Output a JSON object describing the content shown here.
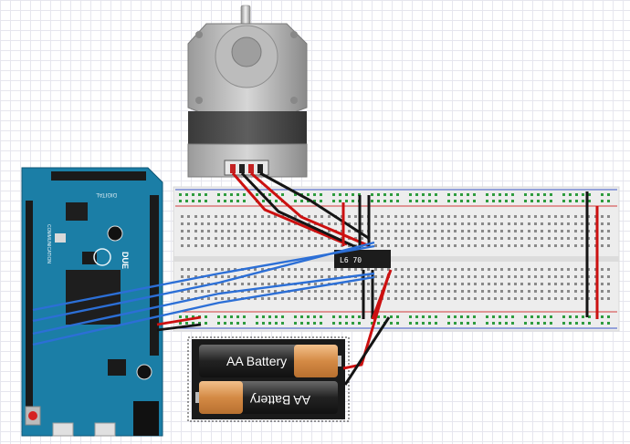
{
  "colors": {
    "board": "#1b7ea6",
    "board_dark": "#13607f",
    "breadboard": "#eeeeee",
    "rail_red": "#d23a3a",
    "rail_blue": "#3a55c8",
    "wire_red": "#cc1010",
    "wire_black": "#141414",
    "wire_blue": "#2c6fd6",
    "wire_green": "#1a9c3c",
    "battery_gold": "#d89a5a",
    "ic": "#1c1c1c"
  },
  "arduino": {
    "model": "DUE",
    "digital_label": "DIGITAL",
    "comm_label": "COMMUNICATION"
  },
  "driver_chip": {
    "label": "L6 70"
  },
  "battery_pack": {
    "cell_top_label": "AA Battery",
    "cell_bottom_label": "AA Battery"
  },
  "components": [
    {
      "name": "stepper-motor",
      "icon": "stepper-motor-icon"
    },
    {
      "name": "arduino-due-board",
      "icon": "microcontroller-icon"
    },
    {
      "name": "breadboard",
      "icon": "breadboard-icon"
    },
    {
      "name": "motor-driver-ic",
      "icon": "ic-chip-icon"
    },
    {
      "name": "aa-battery-holder",
      "icon": "battery-icon"
    }
  ]
}
